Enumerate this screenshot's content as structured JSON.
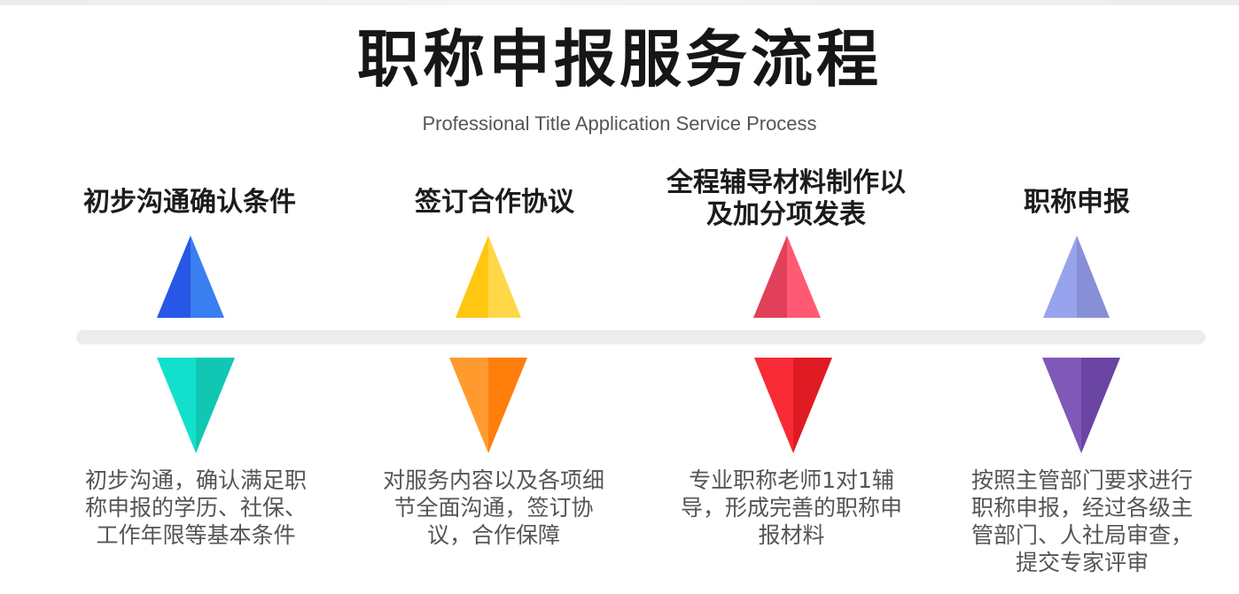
{
  "title": "职称申报服务流程",
  "subtitle": "Professional Title Application Service Process",
  "steps": [
    {
      "title": "初步沟通确认条件",
      "desc": "初步沟通，确认满足职称申报的学历、社保、工作年限等基本条件",
      "up_colors": [
        "#2856e6",
        "#3a7ff0"
      ],
      "down_colors": [
        "#13e0cc",
        "#10c7b3"
      ]
    },
    {
      "title": "签订合作协议",
      "desc": "对服务内容以及各项细节全面沟通，签订协议，合作保障",
      "up_colors": [
        "#ffc711",
        "#ffd84a"
      ],
      "down_colors": [
        "#ff9a2e",
        "#ff7e0c"
      ]
    },
    {
      "title": "全程辅导材料制作以及加分项发表",
      "desc": "专业职称老师1对1辅导，形成完善的职称申报材料",
      "up_colors": [
        "#e2405a",
        "#ff5a73"
      ],
      "down_colors": [
        "#f72a36",
        "#e01a22"
      ]
    },
    {
      "title": "职称申报",
      "desc": "按照主管部门要求进行职称申报，经过各级主管部门、人社局审查，提交专家评审",
      "up_colors": [
        "#97a3ec",
        "#8790d6"
      ],
      "down_colors": [
        "#7f58b8",
        "#6a44a3"
      ]
    }
  ]
}
